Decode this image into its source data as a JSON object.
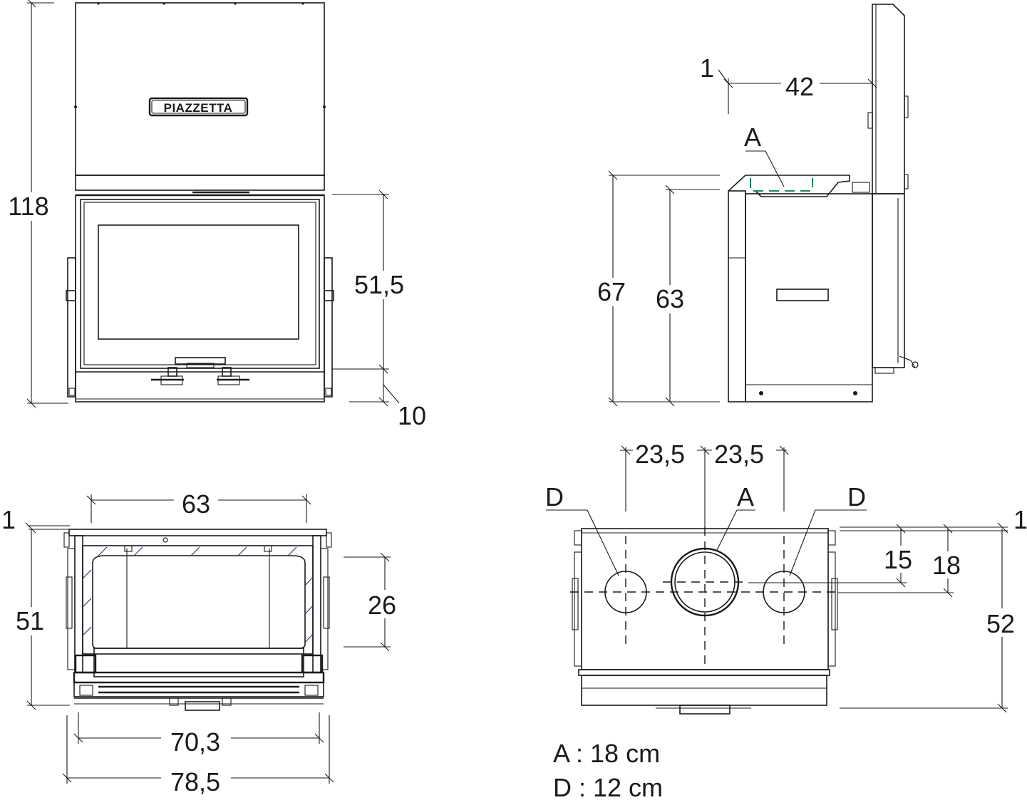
{
  "front_view": {
    "logo": "PIAZZETTA",
    "dim_total_height": "118",
    "dim_glass_height": "51,5",
    "dim_base": "10"
  },
  "side_view": {
    "dim_offset": "1",
    "dim_depth": "42",
    "label_outlet": "A",
    "dim_height_outer": "67",
    "dim_height_inner": "63"
  },
  "plan_view": {
    "dim_inner_width": "63",
    "dim_offset": "1",
    "dim_depth": "51",
    "dim_hearth_depth": "26",
    "dim_mid_width": "70,3",
    "dim_total_width": "78,5"
  },
  "top_view": {
    "dim_spacing_left": "23,5",
    "dim_spacing_right": "23,5",
    "label_d_left": "D",
    "label_a": "A",
    "label_d_right": "D",
    "dim_offset": "1",
    "dim_15": "15",
    "dim_18": "18",
    "dim_depth": "52"
  },
  "legend": {
    "a": "A : 18 cm",
    "d": "D : 12 cm"
  }
}
